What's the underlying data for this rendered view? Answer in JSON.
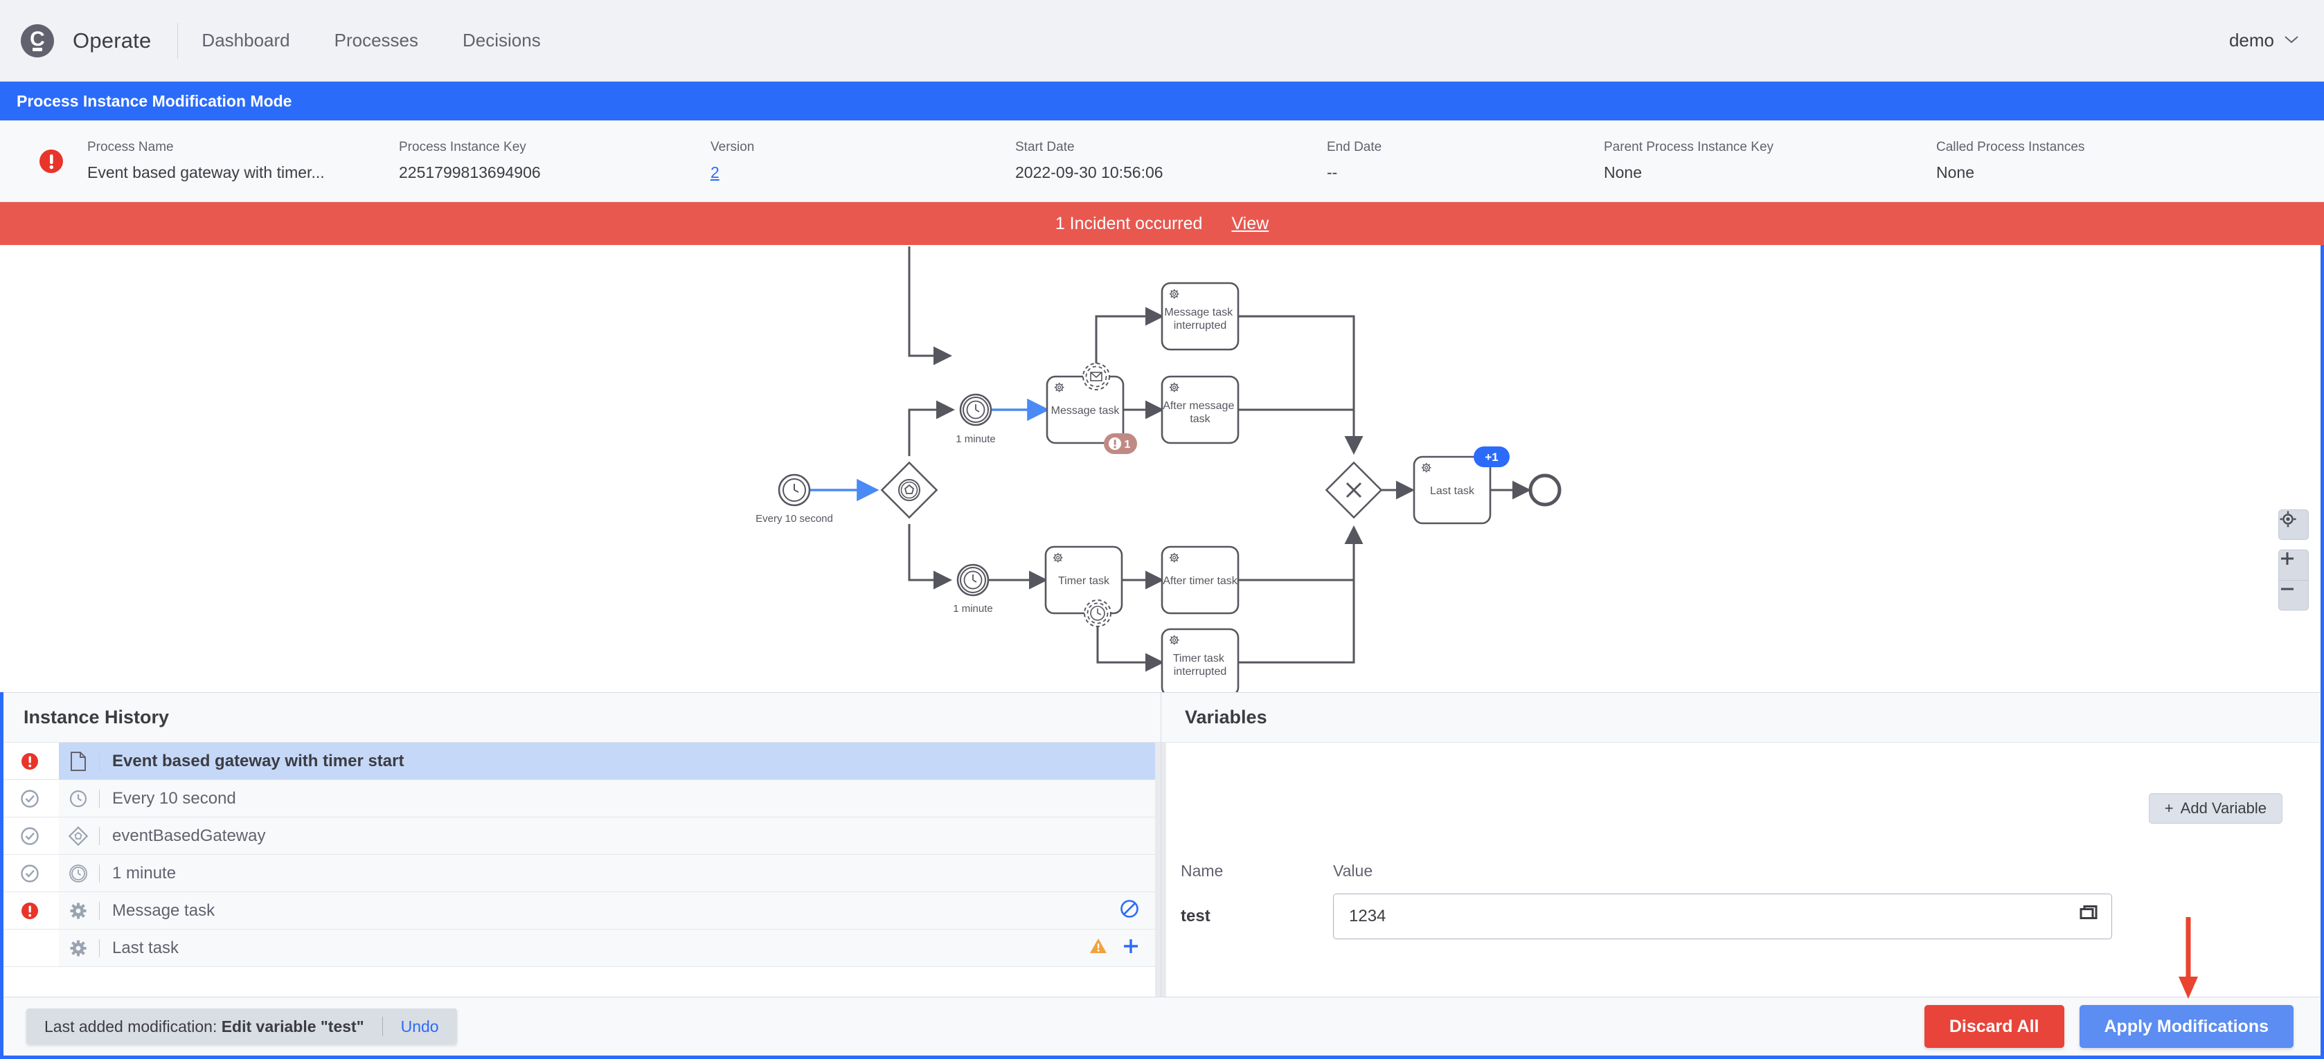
{
  "topnav": {
    "logo_glyph": "C",
    "brand": "Operate",
    "links": [
      {
        "label": "Dashboard"
      },
      {
        "label": "Processes"
      },
      {
        "label": "Decisions"
      }
    ],
    "user": "demo",
    "caret": "⌄"
  },
  "modification_banner": {
    "title": "Process Instance Modification Mode"
  },
  "meta": {
    "columns": [
      {
        "label": "Process Name",
        "value": "Event based gateway with timer...",
        "link": false
      },
      {
        "label": "Process Instance Key",
        "value": "2251799813694906",
        "link": false
      },
      {
        "label": "Version",
        "value": "2",
        "link": true
      },
      {
        "label": "Start Date",
        "value": "2022-09-30 10:56:06",
        "link": false
      },
      {
        "label": "End Date",
        "value": "--",
        "link": false
      },
      {
        "label": "Parent Process Instance Key",
        "value": "None",
        "link": false
      },
      {
        "label": "Called Process Instances",
        "value": "None",
        "link": false
      }
    ]
  },
  "incident_bar": {
    "text": "1 Incident occurred",
    "link": "View"
  },
  "diagram": {
    "nodes": {
      "start_event_label": "Every 10 second",
      "timer_top_label": "1 minute",
      "timer_bottom_label": "1 minute",
      "message_task": "Message task",
      "message_task_interrupted": "Message task interrupted",
      "after_message_task": "After message task",
      "timer_task": "Timer task",
      "timer_task_interrupted": "Timer task interrupted",
      "after_timer_task": "After timer task",
      "last_task": "Last task"
    },
    "badges": {
      "incident_count": "1",
      "modification_add": "+1"
    },
    "zoom_controls": {
      "reset": "⌖",
      "zoom_in": "+",
      "zoom_out": "−"
    }
  },
  "instance_history": {
    "title": "Instance History",
    "rows": [
      {
        "label": "Event based gateway with timer start",
        "status": "incident",
        "type": "process",
        "selected": true,
        "actions": []
      },
      {
        "label": "Every 10 second",
        "status": "completed",
        "type": "timer-start",
        "selected": false,
        "actions": []
      },
      {
        "label": "eventBasedGateway",
        "status": "completed",
        "type": "event-gateway",
        "selected": false,
        "actions": []
      },
      {
        "label": "1 minute",
        "status": "completed",
        "type": "timer-event",
        "selected": false,
        "actions": []
      },
      {
        "label": "Message task",
        "status": "incident",
        "type": "service-task",
        "selected": false,
        "actions": [
          "cancel"
        ]
      },
      {
        "label": "Last task",
        "status": "none",
        "type": "service-task",
        "selected": false,
        "actions": [
          "warning",
          "add"
        ]
      }
    ]
  },
  "variables": {
    "title": "Variables",
    "add_button": "Add Variable",
    "add_button_icon": "+",
    "col_name": "Name",
    "col_value": "Value",
    "rows": [
      {
        "name": "test",
        "value": "1234"
      }
    ]
  },
  "footer": {
    "last_modification_prefix": "Last added modification:",
    "last_modification_value": "Edit variable \"test\"",
    "undo": "Undo",
    "discard_all": "Discard All",
    "apply_modifications": "Apply Modifications"
  },
  "colors": {
    "accent_blue": "#2b6bf9",
    "incident_red": "#e8584f",
    "discard_red": "#e8443a",
    "apply_blue": "#5b8df2",
    "warning_orange": "#f0a33c",
    "selected_row": "#c5d8f7"
  }
}
